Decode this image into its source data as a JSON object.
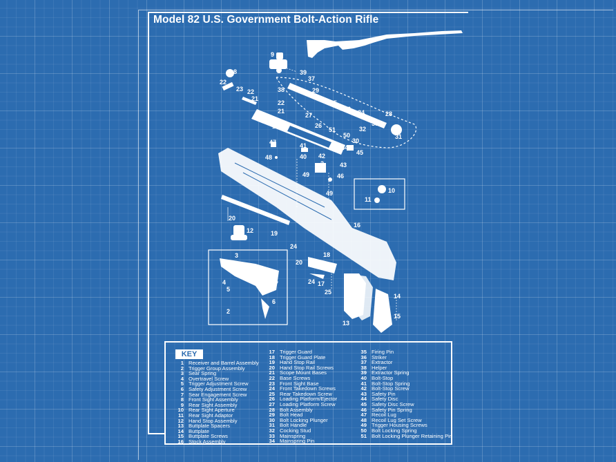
{
  "title": "Model 82 U.S. Government Bolt-Action Rifle",
  "key": {
    "label": "KEY",
    "columns": [
      [
        {
          "num": "1",
          "desc": "Receiver and Barrel Assembly"
        },
        {
          "num": "2",
          "desc": "Trigger Group Assembly"
        },
        {
          "num": "3",
          "desc": "Sear Spring"
        },
        {
          "num": "4",
          "desc": "Overtravel Screw"
        },
        {
          "num": "5",
          "desc": "Trigger Adjustment Screw"
        },
        {
          "num": "6",
          "desc": "Safety Adjustment Screw"
        },
        {
          "num": "7",
          "desc": "Sear Engagement Screw"
        },
        {
          "num": "8",
          "desc": "Front Sight Assembly"
        },
        {
          "num": "9",
          "desc": "Rear Sight Assembly"
        },
        {
          "num": "10",
          "desc": "Rear Sight Aperture"
        },
        {
          "num": "11",
          "desc": "Rear Sight Adaptor"
        },
        {
          "num": "12",
          "desc": "Hand Stop Assembly"
        },
        {
          "num": "13",
          "desc": "Buttplate Spacers"
        },
        {
          "num": "14",
          "desc": "Buttplate"
        },
        {
          "num": "15",
          "desc": "Buttplate Screws"
        },
        {
          "num": "16",
          "desc": "Stock Assembly"
        }
      ],
      [
        {
          "num": "17",
          "desc": "Trigger Guard"
        },
        {
          "num": "18",
          "desc": "Trigger Guard Plate"
        },
        {
          "num": "19",
          "desc": "Hand Stop Rail"
        },
        {
          "num": "20",
          "desc": "Hand Stop Rail Screws"
        },
        {
          "num": "21",
          "desc": "Scope Mount Bases"
        },
        {
          "num": "22",
          "desc": "Base Screws"
        },
        {
          "num": "23",
          "desc": "Front Sight Base"
        },
        {
          "num": "24",
          "desc": "Front Takedown Screws"
        },
        {
          "num": "25",
          "desc": "Rear Takedown Screw"
        },
        {
          "num": "26",
          "desc": "Loading Platform/Ejector"
        },
        {
          "num": "27",
          "desc": "Loading Platform Screw"
        },
        {
          "num": "28",
          "desc": "Bolt Assembly"
        },
        {
          "num": "29",
          "desc": "Bolt Head"
        },
        {
          "num": "30",
          "desc": "Bolt Locking Plunger"
        },
        {
          "num": "31",
          "desc": "Bolt Handle"
        },
        {
          "num": "32",
          "desc": "Cocking Stud"
        },
        {
          "num": "33",
          "desc": "Mainspring"
        },
        {
          "num": "34",
          "desc": "Mainspring Pin"
        }
      ],
      [
        {
          "num": "35",
          "desc": "Firing Pin"
        },
        {
          "num": "36",
          "desc": "Striker"
        },
        {
          "num": "37",
          "desc": "Extractor"
        },
        {
          "num": "38",
          "desc": "Helper"
        },
        {
          "num": "39",
          "desc": "Extractor Spring"
        },
        {
          "num": "40",
          "desc": "Bolt-Stop"
        },
        {
          "num": "41",
          "desc": "Bolt-Stop Spring"
        },
        {
          "num": "42",
          "desc": "Bolt-Stop Screw"
        },
        {
          "num": "43",
          "desc": "Safety Pin"
        },
        {
          "num": "44",
          "desc": "Safety Disc"
        },
        {
          "num": "45",
          "desc": "Safety Disc Screw"
        },
        {
          "num": "46",
          "desc": "Safety Pin Spring"
        },
        {
          "num": "47",
          "desc": "Recoil Lug"
        },
        {
          "num": "48",
          "desc": "Recoil Lug Set Screw"
        },
        {
          "num": "49",
          "desc": "Trigger Housing Screws"
        },
        {
          "num": "50",
          "desc": "Bolt Locking Spring"
        },
        {
          "num": "51",
          "desc": "Bolt Locking Plunger Retaining Pin"
        }
      ]
    ]
  },
  "callouts": [
    {
      "id": "c8",
      "text": "8"
    },
    {
      "id": "c9",
      "text": "9"
    },
    {
      "id": "c22a",
      "text": "22"
    },
    {
      "id": "c23",
      "text": "23"
    },
    {
      "id": "c22b",
      "text": "22"
    },
    {
      "id": "c21a",
      "text": "21"
    },
    {
      "id": "c39",
      "text": "39"
    },
    {
      "id": "c37",
      "text": "37"
    },
    {
      "id": "c38",
      "text": "38"
    },
    {
      "id": "c29",
      "text": "29"
    },
    {
      "id": "c22c",
      "text": "22"
    },
    {
      "id": "c21b",
      "text": "21"
    },
    {
      "id": "c35",
      "text": "35"
    },
    {
      "id": "c36",
      "text": "36"
    },
    {
      "id": "c34",
      "text": "34"
    },
    {
      "id": "c28",
      "text": "28"
    },
    {
      "id": "c27",
      "text": "27"
    },
    {
      "id": "c26",
      "text": "26"
    },
    {
      "id": "c33",
      "text": "33"
    },
    {
      "id": "c32",
      "text": "32"
    },
    {
      "id": "c1",
      "text": "1"
    },
    {
      "id": "c51",
      "text": "51"
    },
    {
      "id": "c50",
      "text": "50"
    },
    {
      "id": "c31",
      "text": "31"
    },
    {
      "id": "c30",
      "text": "30"
    },
    {
      "id": "c47",
      "text": "47"
    },
    {
      "id": "c41",
      "text": "41"
    },
    {
      "id": "c44",
      "text": "44"
    },
    {
      "id": "c45",
      "text": "45"
    },
    {
      "id": "c40",
      "text": "40"
    },
    {
      "id": "c42",
      "text": "42"
    },
    {
      "id": "c48",
      "text": "48"
    },
    {
      "id": "c2a",
      "text": "2"
    },
    {
      "id": "c43",
      "text": "43"
    },
    {
      "id": "c46",
      "text": "46"
    },
    {
      "id": "c49a",
      "text": "49"
    },
    {
      "id": "c49b",
      "text": "49"
    },
    {
      "id": "c10",
      "text": "10"
    },
    {
      "id": "c11",
      "text": "11"
    },
    {
      "id": "c20a",
      "text": "20"
    },
    {
      "id": "c12",
      "text": "12"
    },
    {
      "id": "c16",
      "text": "16"
    },
    {
      "id": "c19",
      "text": "19"
    },
    {
      "id": "c3",
      "text": "3"
    },
    {
      "id": "c24a",
      "text": "24"
    },
    {
      "id": "c18",
      "text": "18"
    },
    {
      "id": "c20b",
      "text": "20"
    },
    {
      "id": "c4",
      "text": "4"
    },
    {
      "id": "c5",
      "text": "5"
    },
    {
      "id": "c7",
      "text": "7"
    },
    {
      "id": "c6",
      "text": "6"
    },
    {
      "id": "c24b",
      "text": "24"
    },
    {
      "id": "c17",
      "text": "17"
    },
    {
      "id": "c25",
      "text": "25"
    },
    {
      "id": "c2b",
      "text": "2"
    },
    {
      "id": "c14",
      "text": "14"
    },
    {
      "id": "c15",
      "text": "15"
    },
    {
      "id": "c13",
      "text": "13"
    }
  ]
}
